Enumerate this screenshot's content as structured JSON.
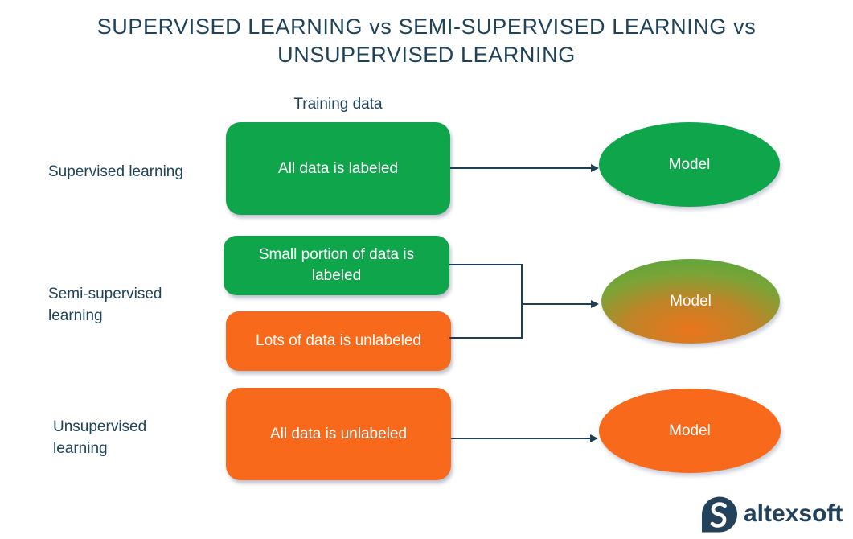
{
  "title": "SUPERVISED LEARNING vs SEMI-SUPERVISED LEARNING vs UNSUPERVISED LEARNING",
  "column_header": "Training data",
  "rows": [
    {
      "label": "Supervised learning",
      "boxes": [
        {
          "text": "All data is labeled",
          "color": "#0FA54B"
        }
      ],
      "model": {
        "label": "Model",
        "fill": "#0FA54B"
      }
    },
    {
      "label": "Semi-supervised learning",
      "boxes": [
        {
          "text": "Small portion of data is labeled",
          "color": "#0FA54B"
        },
        {
          "text": "Lots of data is unlabeled",
          "color": "#F8691B"
        }
      ],
      "model": {
        "label": "Model",
        "fill": "green-orange-gradient"
      }
    },
    {
      "label": "Unsupervised learning",
      "boxes": [
        {
          "text": "All data is unlabeled",
          "color": "#F8691B"
        }
      ],
      "model": {
        "label": "Model",
        "fill": "#F8691B"
      }
    }
  ],
  "colors": {
    "green": "#0FA54B",
    "orange": "#F8691B",
    "navy_text": "#1E4258",
    "connector": "#1F3D56",
    "background": "#FFFFFF"
  },
  "logo": {
    "text": "altexsoft",
    "icon": "altexsoft-speech-bubble-s-icon"
  }
}
